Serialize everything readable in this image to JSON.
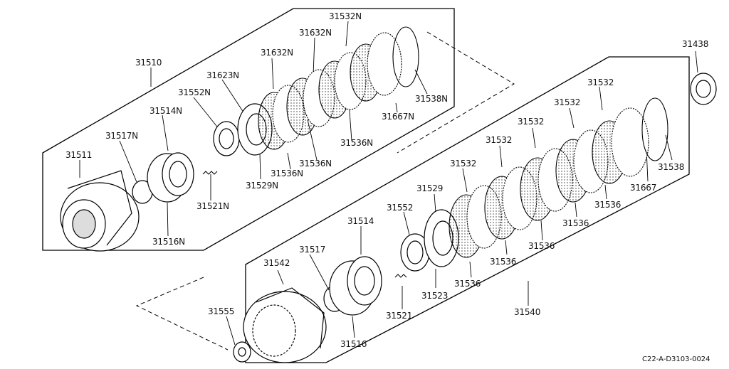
{
  "figure_code": "C22-A-D3103-0024",
  "labels": {
    "p31510": "31510",
    "p31511": "31511",
    "p31514N": "31514N",
    "p31517N": "31517N",
    "p31552N": "31552N",
    "p31623N": "31623N",
    "p31632N_a": "31632N",
    "p31632N_b": "31632N",
    "p31532N": "31532N",
    "p31538N": "31538N",
    "p31667N": "31667N",
    "p31536N_a": "31536N",
    "p31536N_b": "31536N",
    "p31536N_c": "31536N",
    "p31529N": "31529N",
    "p31521N": "31521N",
    "p31516N": "31516N",
    "p31438": "31438",
    "p31532_a": "31532",
    "p31532_b": "31532",
    "p31532_c": "31532",
    "p31532_d": "31532",
    "p31532_e": "31532",
    "p31538": "31538",
    "p31667": "31667",
    "p31536_a": "31536",
    "p31536_b": "31536",
    "p31536_c": "31536",
    "p31536_d": "31536",
    "p31536_e": "31536",
    "p31529": "31529",
    "p31552": "31552",
    "p31514": "31514",
    "p31517": "31517",
    "p31542": "31542",
    "p31523": "31523",
    "p31521": "31521",
    "p31516": "31516",
    "p31540": "31540",
    "p31555": "31555"
  }
}
